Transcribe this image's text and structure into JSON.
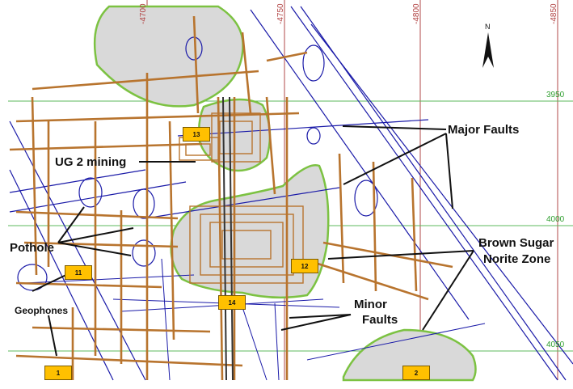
{
  "grid": {
    "x_labels": [
      "-4700",
      "-4750",
      "-4800",
      "-4850"
    ],
    "y_labels": [
      "3950",
      "4000",
      "4050"
    ]
  },
  "north": "N",
  "labels": {
    "major_faults": "Major Faults",
    "ug2": "UG 2 mining",
    "pothole": "Pothole",
    "brown_sugar_1": "Brown Sugar",
    "brown_sugar_2": "Norite Zone",
    "minor_faults_1": "Minor",
    "minor_faults_2": "Faults",
    "geophones": "Geophones"
  },
  "geophones": [
    "13",
    "11",
    "12",
    "14",
    "1",
    "2"
  ],
  "colors": {
    "tunnel": "#b8742e",
    "fault": "#1a1aa8",
    "zone_fill": "#d9d9d9",
    "zone_stroke": "#7cc242",
    "grid_h": "#5cb85c",
    "grid_v": "#b04a4a",
    "marker": "#ffc000"
  }
}
